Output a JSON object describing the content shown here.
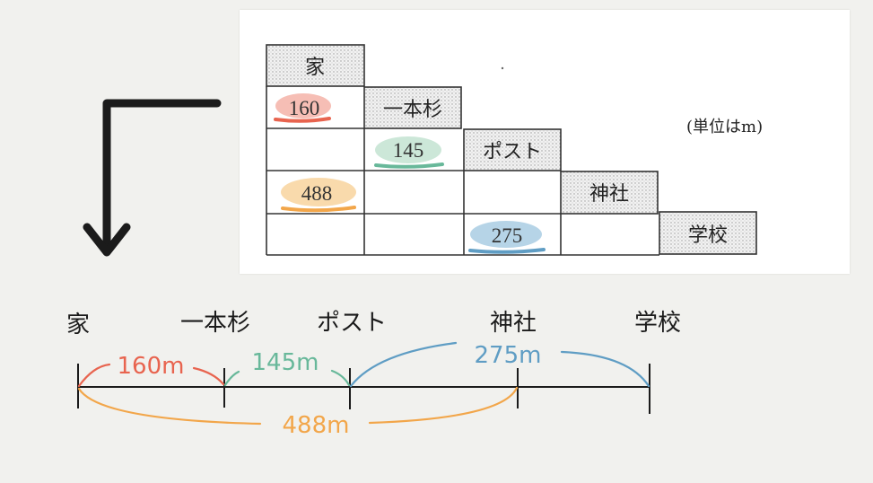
{
  "table": {
    "headers": [
      "家",
      "一本杉",
      "ポスト",
      "神社",
      "学校"
    ],
    "values": {
      "ie_ipponsugi": "160",
      "ipponsugi_post": "145",
      "ie_jinja": "488",
      "post_gakkou": "275"
    },
    "unit_note": "(単位はm)"
  },
  "number_line": {
    "places": [
      "家",
      "一本杉",
      "ポスト",
      "神社",
      "学校"
    ],
    "distances": {
      "ie_ipponsugi": "160m",
      "ipponsugi_post": "145m",
      "post_gakkou": "275m",
      "ie_jinja": "488m"
    }
  },
  "colors": {
    "red": "#e8644f",
    "green": "#68b89a",
    "orange": "#f2a64a",
    "blue": "#5f9dc4",
    "ink": "#1b1b1b"
  }
}
